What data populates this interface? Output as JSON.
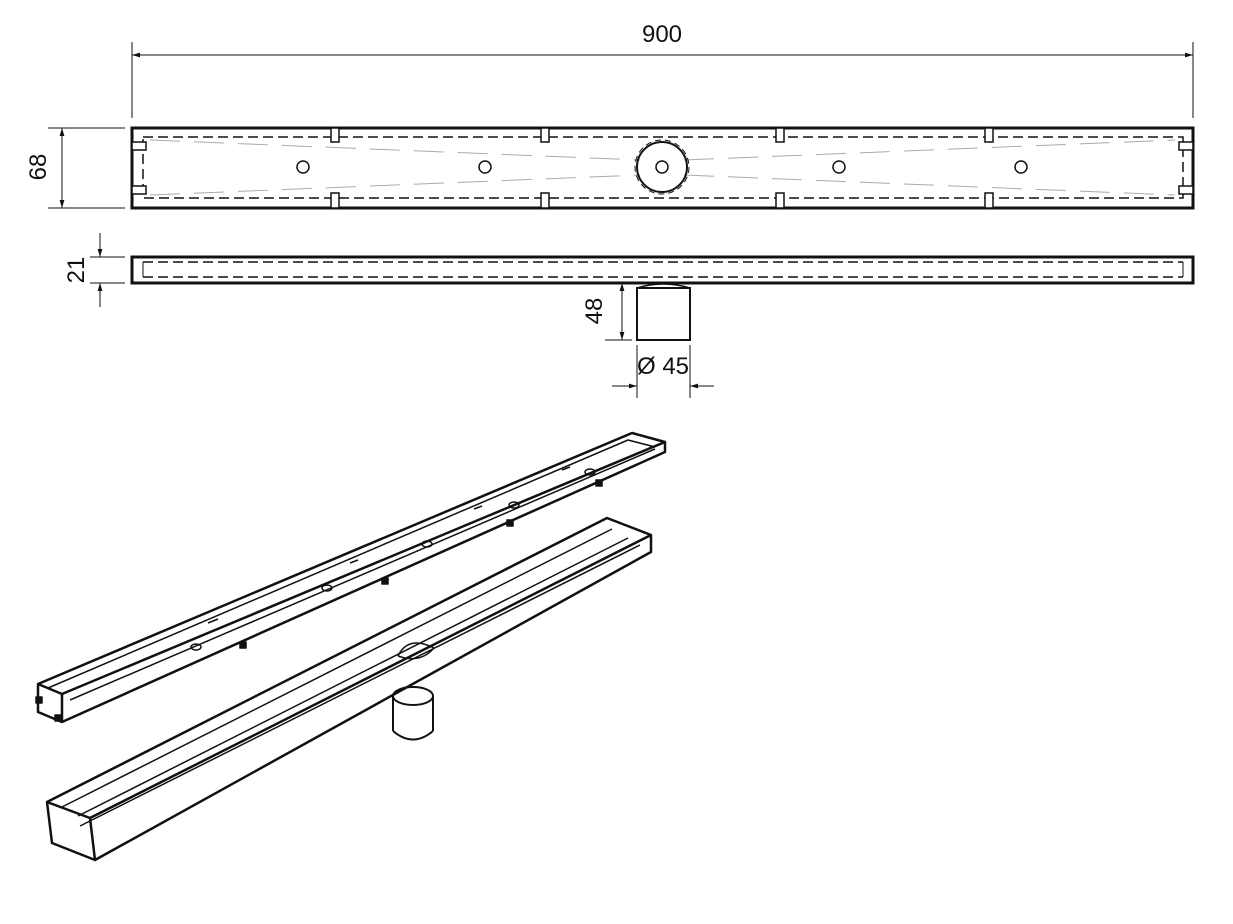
{
  "drawing": {
    "dimensions": {
      "length": "900",
      "width": "68",
      "height": "21",
      "outlet_height": "48",
      "outlet_diameter": "Ø 45"
    },
    "colors": {
      "line": "#111111",
      "hidden_line": "#999999",
      "background": "#ffffff"
    }
  }
}
